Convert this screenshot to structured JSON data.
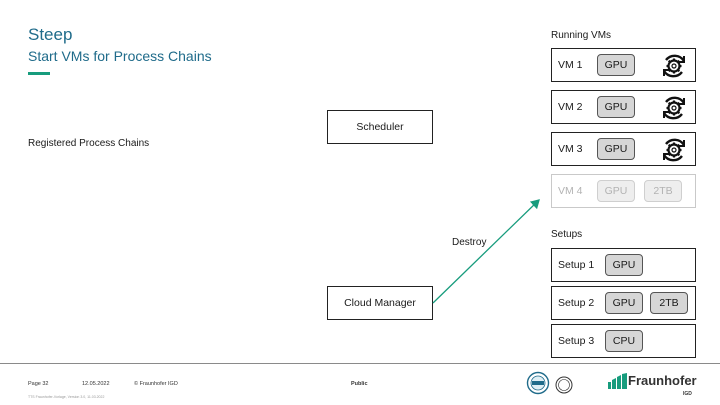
{
  "header": {
    "title": "Steep",
    "subtitle": "Start VMs for Process Chains"
  },
  "labels": {
    "registered": "Registered Process Chains",
    "scheduler": "Scheduler",
    "cloud_manager": "Cloud Manager",
    "destroy": "Destroy"
  },
  "running_vms": {
    "heading": "Running VMs",
    "items": [
      {
        "name": "VM 1",
        "chips": [
          "GPU"
        ],
        "active": true
      },
      {
        "name": "VM 2",
        "chips": [
          "GPU"
        ],
        "active": true
      },
      {
        "name": "VM 3",
        "chips": [
          "GPU"
        ],
        "active": true
      },
      {
        "name": "VM 4",
        "chips": [
          "GPU",
          "2TB"
        ],
        "active": false
      }
    ]
  },
  "setups": {
    "heading": "Setups",
    "items": [
      {
        "name": "Setup 1",
        "chips": [
          "GPU"
        ]
      },
      {
        "name": "Setup 2",
        "chips": [
          "GPU",
          "2TB"
        ]
      },
      {
        "name": "Setup 3",
        "chips": [
          "CPU"
        ]
      }
    ]
  },
  "footer": {
    "page": "Page 32",
    "date": "12.05.2022",
    "copyright": "© Fraunhofer IGD",
    "classification": "Public",
    "fine_print": "TTS Fraunhofer-Vorlage, Version 3.0, 11.03.2022",
    "logo_name": "Fraunhofer",
    "logo_sub": "IGD"
  },
  "icons": {
    "vm_status": "gear-refresh-icon",
    "arrow": "arrow-icon",
    "seal": "certification-seal-icon",
    "logo": "fraunhofer-logo-icon"
  },
  "colors": {
    "title": "#1f6b8a",
    "accent": "#179c7d",
    "chip": "#d6d6d6"
  }
}
